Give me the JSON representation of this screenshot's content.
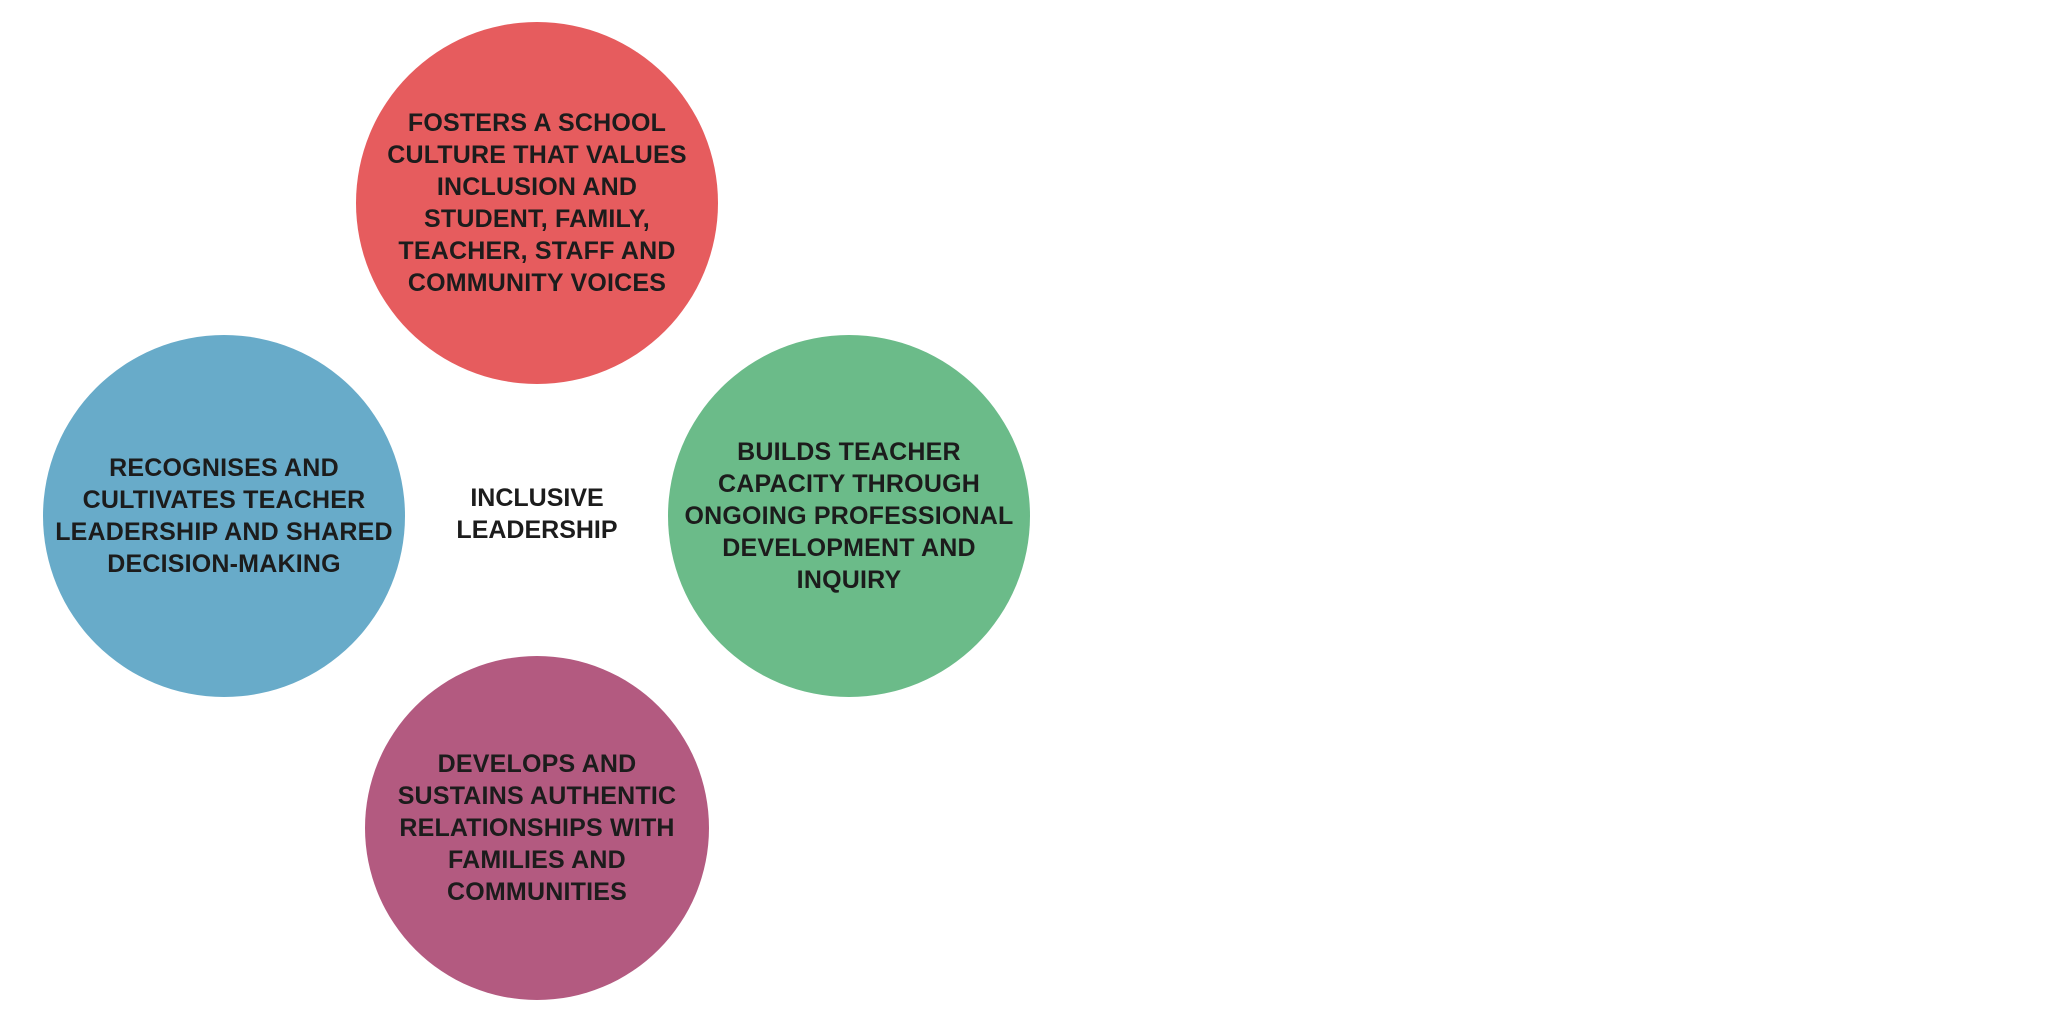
{
  "diagram": {
    "center": {
      "label": "INCLUSIVE\nLEADERSHIP"
    },
    "nodes": [
      {
        "id": "top",
        "text": "FOSTERS A SCHOOL\nCULTURE THAT VALUES\nINCLUSION AND\nSTUDENT, FAMILY,\nTEACHER, STAFF AND\nCOMMUNITY VOICES",
        "color": "#E65C5E"
      },
      {
        "id": "left",
        "text": "RECOGNISES AND\nCULTIVATES TEACHER\nLEADERSHIP AND SHARED\nDECISION-MAKING",
        "color": "#68ABC9"
      },
      {
        "id": "right",
        "text": "BUILDS TEACHER\nCAPACITY THROUGH\nONGOING PROFESSIONAL\nDEVELOPMENT AND\nINQUIRY",
        "color": "#6BBB89"
      },
      {
        "id": "bottom",
        "text": "DEVELOPS AND\nSUSTAINS AUTHENTIC\nRELATIONSHIPS WITH\nFAMILIES AND\nCOMMUNITIES",
        "color": "#B35A80"
      }
    ]
  }
}
